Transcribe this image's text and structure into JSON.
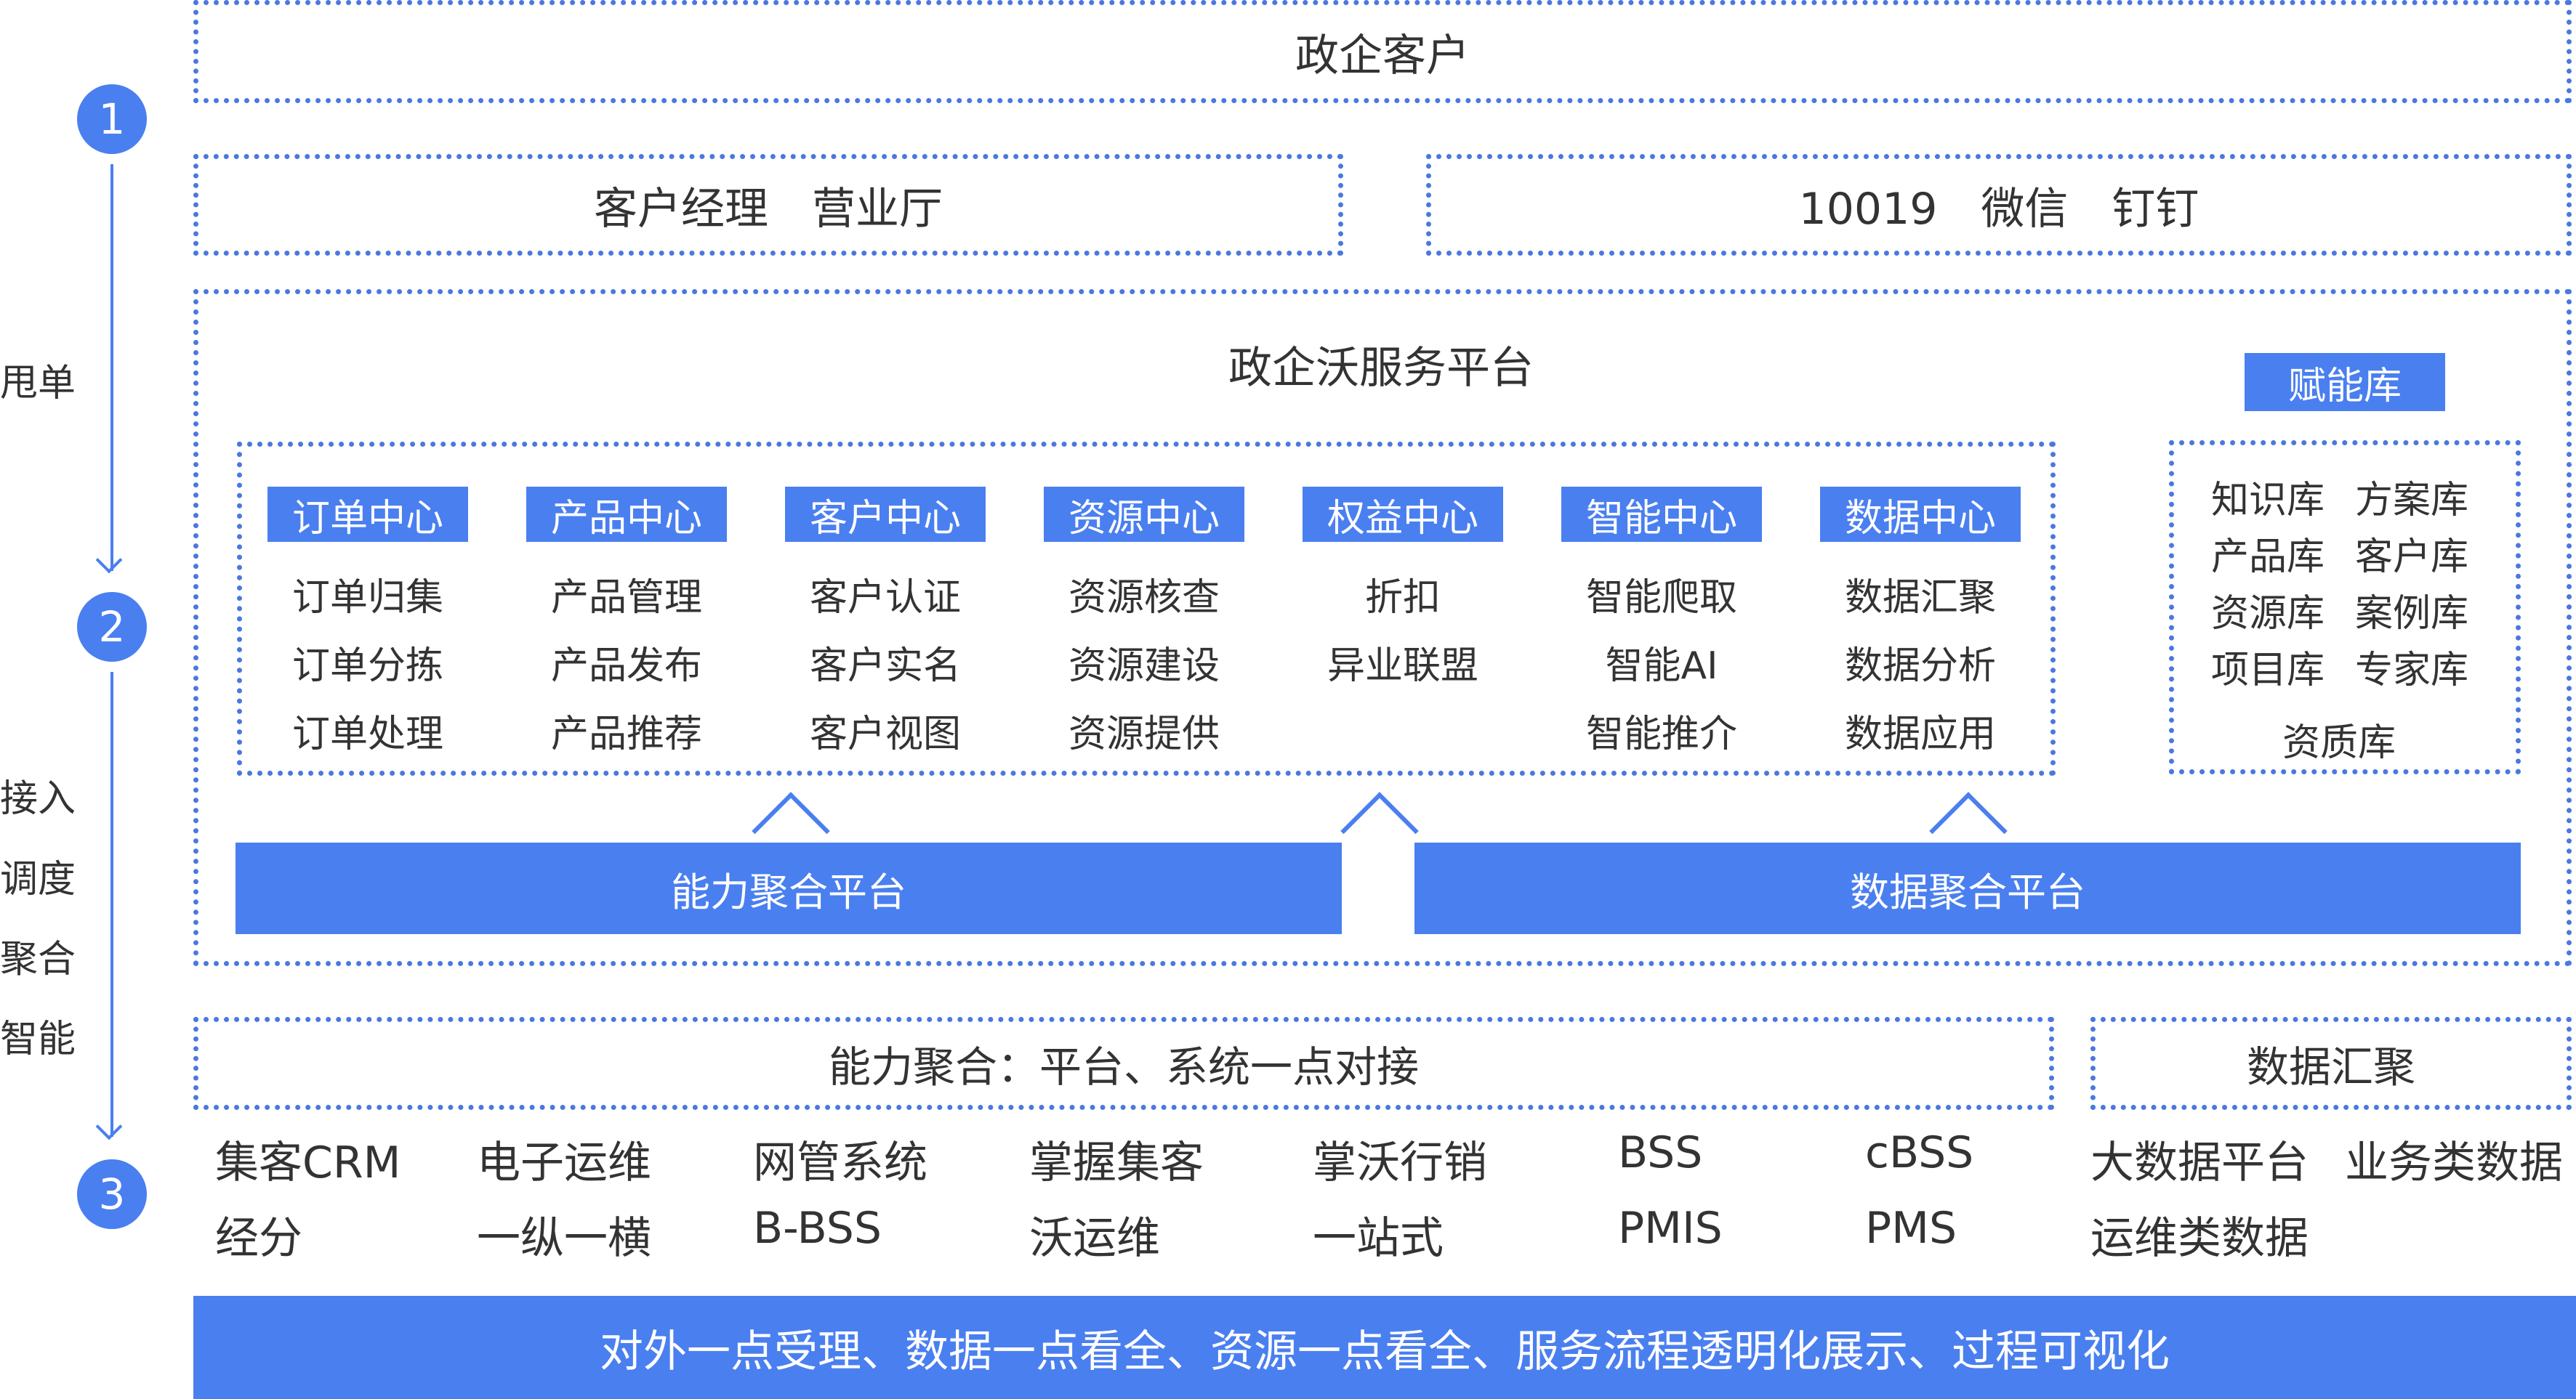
{
  "steps": [
    "1",
    "2",
    "3"
  ],
  "side_labels": [
    "甩单",
    "接入",
    "调度",
    "聚合",
    "智能"
  ],
  "top": {
    "title": "政企客户"
  },
  "channels": {
    "left": "客户经理　营业厅",
    "right": "10019　微信　钉钉"
  },
  "platform": {
    "title": "政企沃服务平台",
    "modules": [
      {
        "tag": "订单中心",
        "items": [
          "订单归集",
          "订单分拣",
          "订单处理"
        ]
      },
      {
        "tag": "产品中心",
        "items": [
          "产品管理",
          "产品发布",
          "产品推荐"
        ]
      },
      {
        "tag": "客户中心",
        "items": [
          "客户认证",
          "客户实名",
          "客户视图"
        ]
      },
      {
        "tag": "资源中心",
        "items": [
          "资源核查",
          "资源建设",
          "资源提供"
        ]
      },
      {
        "tag": "权益中心",
        "items": [
          "折扣",
          "异业联盟"
        ]
      },
      {
        "tag": "智能中心",
        "items": [
          "智能爬取",
          "智能AI",
          "智能推介"
        ]
      },
      {
        "tag": "数据中心",
        "items": [
          "数据汇聚",
          "数据分析",
          "数据应用"
        ]
      }
    ],
    "library": {
      "tag": "赋能库",
      "rows": [
        [
          "知识库",
          "方案库"
        ],
        [
          "产品库",
          "客户库"
        ],
        [
          "资源库",
          "案例库"
        ],
        [
          "项目库",
          "专家库"
        ]
      ],
      "last": "资质库"
    },
    "ability_platform": "能力聚合平台",
    "data_platform": "数据聚合平台"
  },
  "aggregation": {
    "ability": "能力聚合：平台、系统一点对接",
    "data": "数据汇聚"
  },
  "systems": {
    "row1": [
      "集客CRM",
      "电子运维",
      "网管系统",
      "掌握集客",
      "掌沃行销",
      "BSS",
      "cBSS"
    ],
    "row2": [
      "经分",
      "一纵一横",
      "B-BSS",
      "沃运维",
      "一站式",
      "PMIS",
      "PMS"
    ],
    "data_row1": [
      "大数据平台",
      "业务类数据"
    ],
    "data_row2": [
      "运维类数据"
    ]
  },
  "footer": "对外一点受理、数据一点看全、资源一点看全、服务流程透明化展示、过程可视化",
  "colors": {
    "accent": "#4a7ff0",
    "text": "#333333",
    "background": "#ffffff"
  }
}
